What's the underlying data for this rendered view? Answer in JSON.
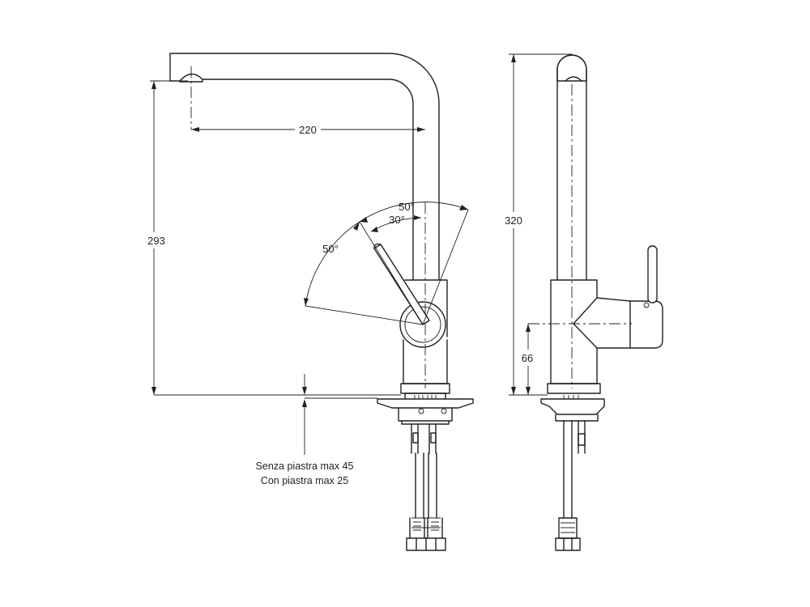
{
  "dimensions": {
    "spout_reach": "220",
    "spout_height": "293",
    "total_height": "320",
    "lever_height": "66",
    "angle_upper": "50°",
    "angle_inner": "30°",
    "angle_left": "50°"
  },
  "notes": {
    "line1": "Senza piastra max 45",
    "line2": "Con piastra max 25"
  }
}
